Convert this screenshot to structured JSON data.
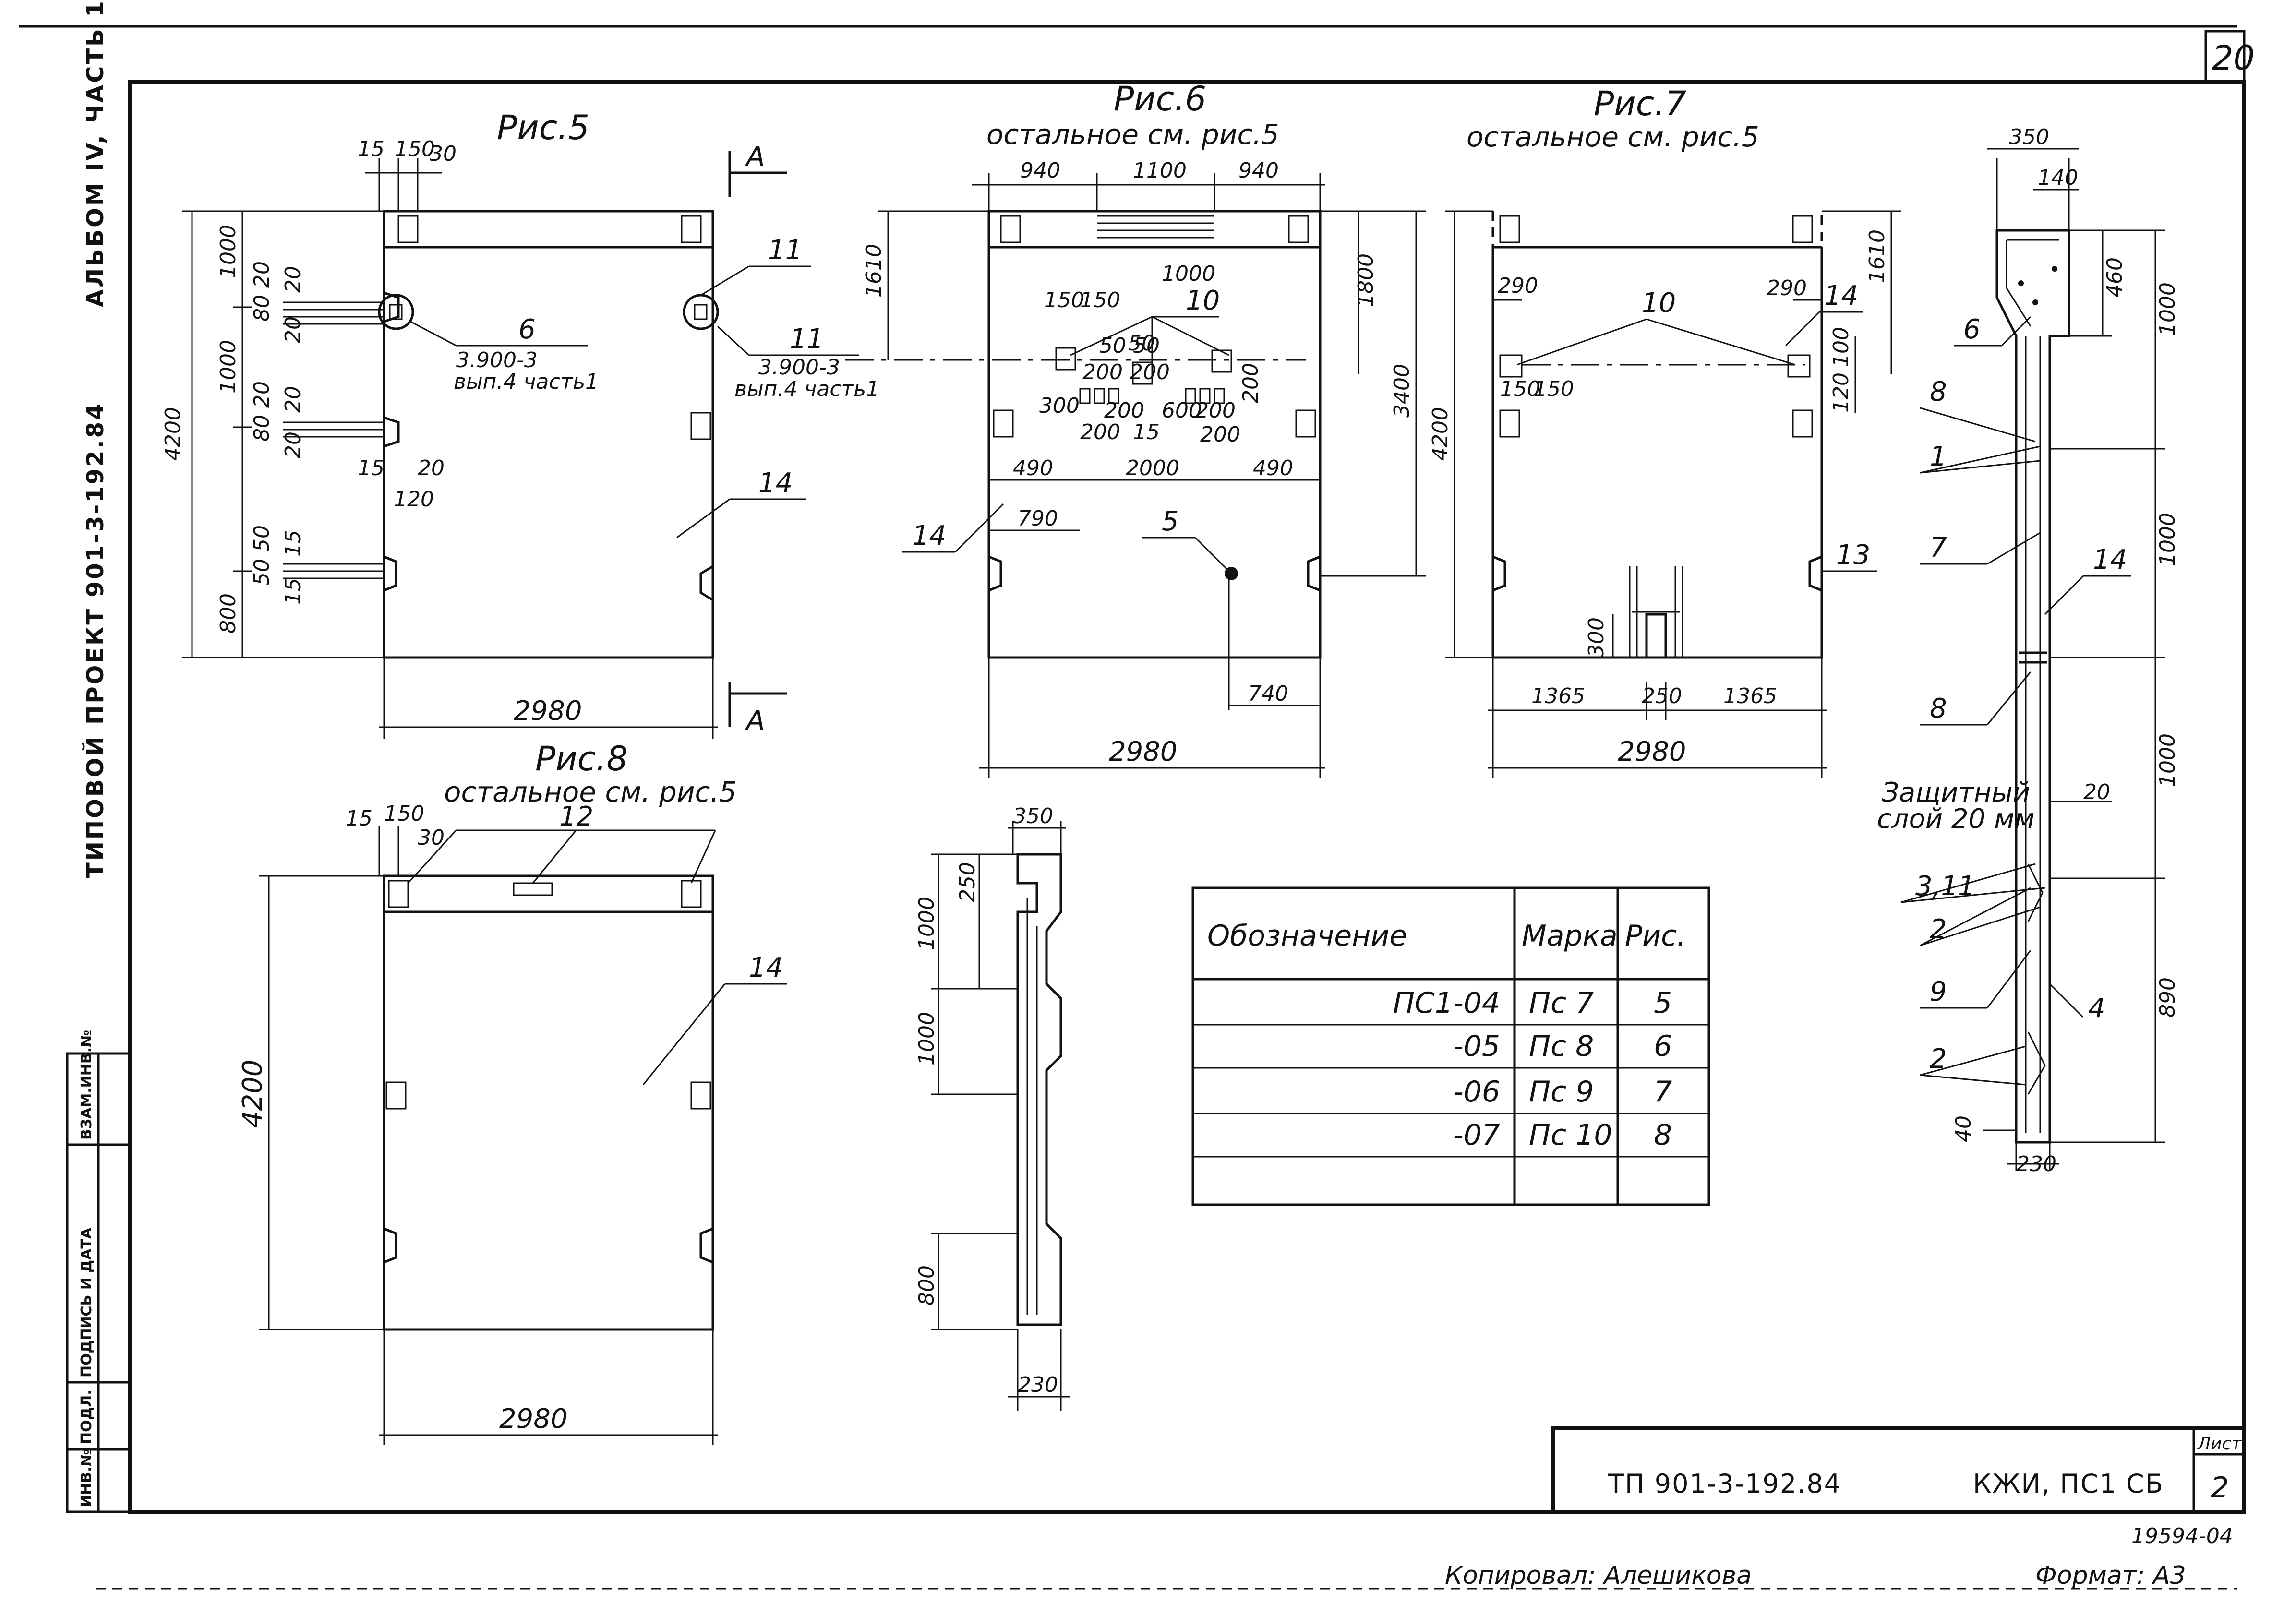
{
  "page_number": "20",
  "side_text": {
    "project": "ТИПОВОЙ ПРОЕКТ 901-3-192.84",
    "album": "АЛЬБОМ IV, ЧАСТЬ 1",
    "cells": [
      "ИНВ.№ ПОДЛ.",
      "ПОДПИСЬ И ДАТА",
      "ВЗАМ.ИНВ.№"
    ]
  },
  "figures": {
    "fig5": {
      "title": "Рис.5",
      "dims": {
        "top": [
          "15",
          "150",
          "30"
        ],
        "height": "4200",
        "width": "2980",
        "v1": "1000",
        "v2": "1000",
        "v3": "800",
        "n8020a": "80 20",
        "n20a": "20",
        "n20b": "20",
        "n8020b": "80 20",
        "n20c": "20",
        "n20d": "20",
        "n5050": "50 50",
        "n15a": "15",
        "n15b": "15",
        "n15c": "15",
        "n20e": "20",
        "n120": "120"
      },
      "callouts": {
        "c6": "6",
        "ref6_1": "3.900-3",
        "ref6_2": "вып.4 часть1",
        "c11": "11",
        "ref11_1": "3.900-3",
        "ref11_2": "вып.4 часть1",
        "c14": "14"
      },
      "section": "А"
    },
    "fig6": {
      "title": "Рис.6",
      "subtitle": "остальное см. рис.5",
      "dims": {
        "d940a": "940",
        "d1100": "1100",
        "d940b": "940",
        "d1610": "1610",
        "d1800": "1800",
        "d3400": "3400",
        "d150a": "150",
        "d150b": "150",
        "d1000": "1000",
        "d5050": "50 50",
        "d50": "50",
        "d200200": "200 200",
        "d300": "300",
        "d200a": "200",
        "d200b": "200",
        "d600": "600",
        "d200c": "200",
        "d200d": "200",
        "d15": "15",
        "d200e": "200",
        "d490a": "490",
        "d2000": "2000",
        "d490b": "490",
        "d790": "790",
        "d740": "740",
        "d2980": "2980"
      },
      "callouts": {
        "c10": "10",
        "c14": "14",
        "c5": "5"
      }
    },
    "fig7": {
      "title": "Рис.7",
      "subtitle": "остальное см. рис.5",
      "dims": {
        "d290a": "290",
        "d290b": "290",
        "d1610": "1610",
        "d100": "100",
        "d120": "120",
        "d150a": "150",
        "d150b": "150",
        "d4200": "4200",
        "d300": "300",
        "d1365a": "1365",
        "d250": "250",
        "d1365b": "1365",
        "d2980": "2980"
      },
      "callouts": {
        "c10": "10",
        "c14": "14",
        "c13": "13"
      }
    },
    "fig8": {
      "title": "Рис.8",
      "subtitle": "остальное см. рис.5",
      "dims": {
        "d15": "15",
        "d150": "150",
        "d30": "30",
        "d4200": "4200",
        "d2980": "2980"
      },
      "callouts": {
        "c12": "12",
        "c14": "14"
      }
    },
    "section_small": {
      "dims": {
        "d350": "350",
        "d250": "250",
        "d1000a": "1000",
        "d1000b": "1000",
        "d800": "800",
        "d230": "230"
      }
    },
    "section_right": {
      "dims": {
        "d350": "350",
        "d140": "140",
        "d460": "460",
        "d1000a": "1000",
        "d1000b": "1000",
        "d1000c": "1000",
        "d890": "890",
        "d230": "230",
        "d20": "20",
        "d40": "40"
      },
      "callouts": [
        "6",
        "8",
        "1",
        "7",
        "14",
        "8",
        "3,11",
        "2",
        "9",
        "4",
        "2"
      ],
      "note_1": "Защитный",
      "note_2": "слой 20 мм"
    }
  },
  "table": {
    "headers": [
      "Обозначение",
      "Марка",
      "Рис."
    ],
    "rows": [
      [
        "ПС1-04",
        "Пс 7",
        "5"
      ],
      [
        "-05",
        "Пс 8",
        "6"
      ],
      [
        "-06",
        "Пс 9",
        "7"
      ],
      [
        "-07",
        "Пс 10",
        "8"
      ],
      [
        "",
        "",
        ""
      ]
    ]
  },
  "title_block": {
    "doc": "ТП 901-3-192.84",
    "mark": "КЖИ, ПС1 СБ",
    "sheet_label": "Лист",
    "sheet_no": "2"
  },
  "footer": {
    "number": "19594-04",
    "copied": "Копировал: Алешикова",
    "format": "Формат: А3"
  }
}
